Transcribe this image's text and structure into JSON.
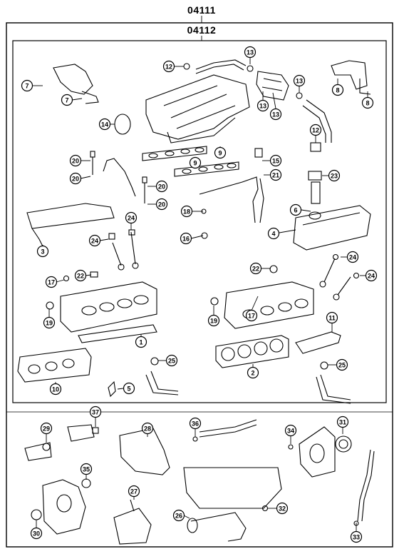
{
  "kits": {
    "outer_code": "04111",
    "inner_code": "04112"
  },
  "callouts": [
    "1",
    "2",
    "3",
    "4",
    "5",
    "6",
    "7",
    "8",
    "9",
    "10",
    "11",
    "12",
    "13",
    "14",
    "15",
    "16",
    "17",
    "18",
    "19",
    "20",
    "21",
    "22",
    "23",
    "24",
    "25",
    "26",
    "27",
    "28",
    "29",
    "30",
    "31",
    "32",
    "33",
    "34",
    "35",
    "36",
    "37"
  ],
  "colors": {
    "line": "#000000",
    "background": "#ffffff"
  }
}
